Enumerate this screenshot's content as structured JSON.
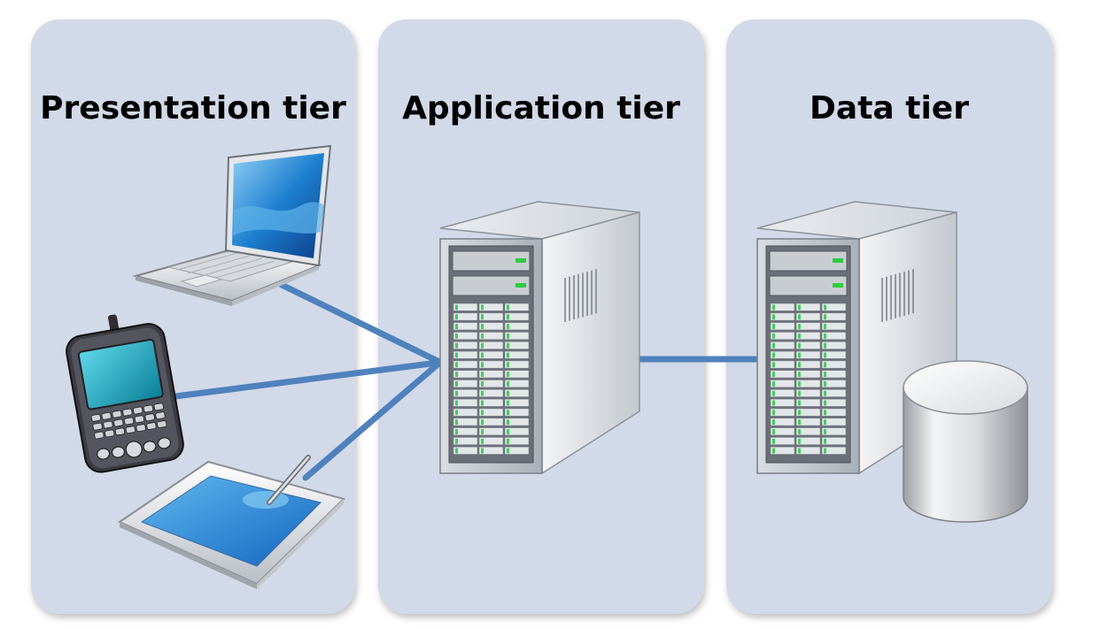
{
  "tiers": {
    "presentation": {
      "title": "Presentation tier"
    },
    "application": {
      "title": "Application tier"
    },
    "data": {
      "title": "Data tier"
    }
  },
  "colors": {
    "panel": "#d2d9e8",
    "connector": "#4f81bd",
    "screen_blue": "#1f6fc0",
    "led_green": "#2ecc40"
  },
  "icons": {
    "client_devices": [
      "laptop-icon",
      "pda-icon",
      "tablet-icon"
    ],
    "app_server": "server-tower-icon",
    "data_server": "server-tower-icon",
    "database": "database-cylinder-icon"
  }
}
